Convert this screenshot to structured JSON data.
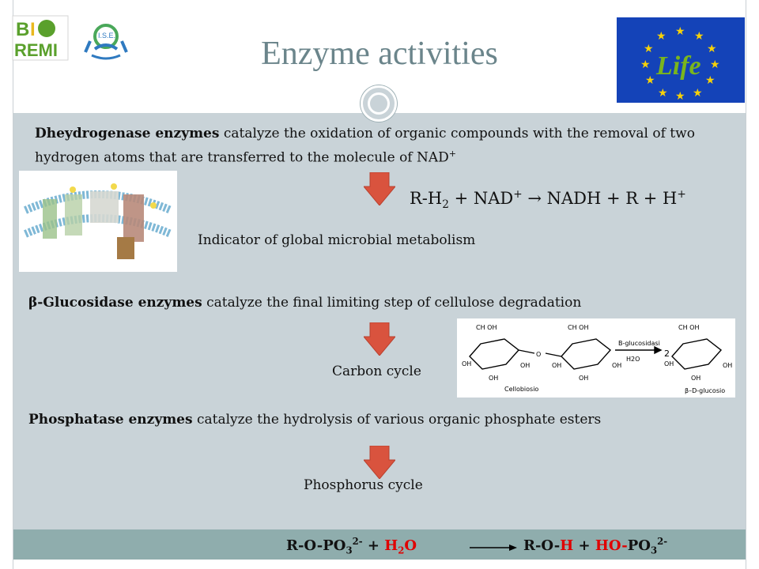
{
  "title": "Enzyme activities",
  "logos": {
    "bioremi_text": "BIO REMI",
    "ise_text": "I.S.E.",
    "life_text": "Life"
  },
  "section1": {
    "bold": "Dheydrogenase enzymes",
    "text": " catalyze the  oxidation of organic compounds with the removal of two hydrogen atoms that are transferred to the molecule of NAD",
    "sup": "+"
  },
  "equation1": {
    "left1": "R-H",
    "sub1": "2",
    "mid1": " + NAD",
    "sup1": "+",
    "arrow": "  → ",
    "right1": "NADH + R + H",
    "sup2": "+"
  },
  "label1": "Indicator of global microbial metabolism",
  "section2": {
    "bold": "β-Glucosidase enzymes",
    "text": " catalyze the final limiting step of cellulose degradation"
  },
  "label2": "Carbon cycle",
  "reaction_image": {
    "cellobiose_label": "Cellobiosio",
    "enzyme_label": "B-glucosidasi",
    "water_label": "H2O",
    "coefficient": "2",
    "product_label": "β–D-glucosio",
    "group_choh": "CH OH",
    "group_oh": "OH",
    "group_o": "O"
  },
  "section3": {
    "bold": "Phosphatase enzymes",
    "text": " catalyze the hydrolysis of various organic phosphate esters"
  },
  "label3": "Phosphorus cycle",
  "footer_eq": {
    "p1": "R-O-PO",
    "p1sub": "3",
    "p1sup": "2-",
    "plus1": "  + ",
    "h2o_h": "H",
    "h2o_sub": "2",
    "h2o_o": "O",
    "p2": "R-O-",
    "p2red": "H",
    "plus2": "  +  ",
    "p3red": "HO-",
    "p3": "PO",
    "p3sub": "3",
    "p3sup": "2-"
  },
  "colors": {
    "title": "#6b858b",
    "content_bg": "#c9d3d8",
    "footer_band": "#8fadad",
    "arrow": "#d9533e",
    "red": "#e00000",
    "life_blue": "#1443b8",
    "life_green": "#7ab51d"
  }
}
